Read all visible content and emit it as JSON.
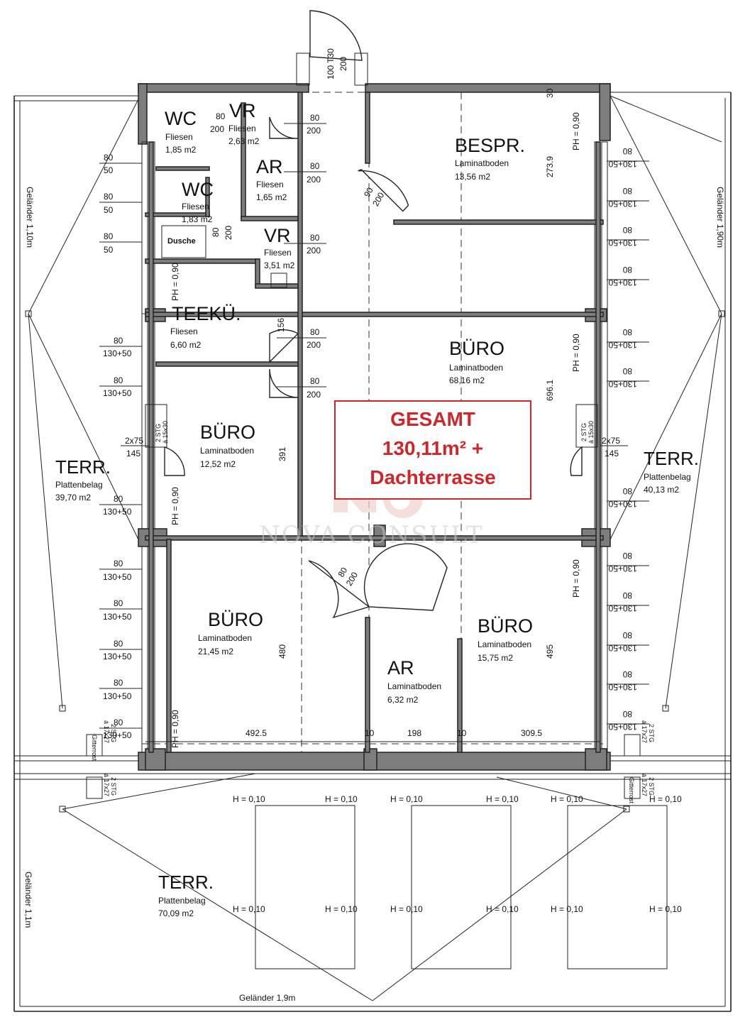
{
  "rooms": {
    "wc1": {
      "name": "WC",
      "floor": "Fliesen",
      "area": "1,85 m2",
      "door_w": "80",
      "door_h": "200"
    },
    "vr1": {
      "name": "VR",
      "floor": "Fliesen",
      "area": "2,63 m2"
    },
    "wc2": {
      "name": "WC",
      "floor": "Fliesen",
      "area": "1,83 m2"
    },
    "ar1": {
      "name": "AR",
      "floor": "Fliesen",
      "area": "1,65 m2"
    },
    "vr2": {
      "name": "VR",
      "floor": "Fliesen",
      "area": "3,51 m2"
    },
    "dusche": {
      "name": "Dusche"
    },
    "teekue": {
      "name": "TEEKÜ.",
      "floor": "Fliesen",
      "area": "6,60 m2"
    },
    "bespr": {
      "name": "BESPR.",
      "floor": "Laminatboden",
      "area": "13,56 m2"
    },
    "buero_main": {
      "name": "BÜRO",
      "floor": "Laminatboden",
      "area": "68,16 m2"
    },
    "buero_left": {
      "name": "BÜRO",
      "floor": "Laminatboden",
      "area": "12,52 m2"
    },
    "buero_ll": {
      "name": "BÜRO",
      "floor": "Laminatboden",
      "area": "21,45 m2"
    },
    "buero_lr": {
      "name": "BÜRO",
      "floor": "Laminatboden",
      "area": "15,75 m2"
    },
    "ar2": {
      "name": "AR",
      "floor": "Laminatboden",
      "area": "6,32 m2"
    },
    "terr_left": {
      "name": "TERR.",
      "floor": "Plattenbelag",
      "area": "39,70 m2"
    },
    "terr_right": {
      "name": "TERR.",
      "floor": "Plattenbelag",
      "area": "40,13 m2"
    },
    "terr_bottom": {
      "name": "TERR.",
      "floor": "Plattenbelag",
      "area": "70,09 m2"
    }
  },
  "total": {
    "line1": "GESAMT",
    "line2": "130,11m² +",
    "line3": "Dachterrasse"
  },
  "watermark": "NOVA CONSULT",
  "labels": {
    "entry_door": "100 T30",
    "entry_door_h": "200",
    "n80": "80",
    "n200": "200",
    "n50": "50",
    "n90": "90",
    "n130_50": "130+50",
    "ph": "PH = 0,90",
    "h010": "H = 0,10",
    "gel_110": "Geländer 1,10m",
    "gel_190": "Geländer 1,90m",
    "gel_11": "Geländer 1,1m",
    "gel_19": "Geländer 1,9m",
    "stg_left": "2 STG",
    "stg_left2": "á 15x30",
    "stg_bottom": "2 STG",
    "stg_bottom2": "á 17x27",
    "gitterrost": "Gitterrost",
    "dim_2x75": "2x75",
    "dim_145": "145",
    "dim_2739": "273.9",
    "dim_6961": "696.1",
    "dim_391": "391",
    "dim_480": "480",
    "dim_495": "495",
    "dim_156": "156",
    "dim_4925": "492.5",
    "dim_10": "10",
    "dim_198": "198",
    "dim_3095": "309.5",
    "dim_30": "30"
  },
  "colors": {
    "accent_red": "#d0262a",
    "wall": "#7d7d7d"
  }
}
